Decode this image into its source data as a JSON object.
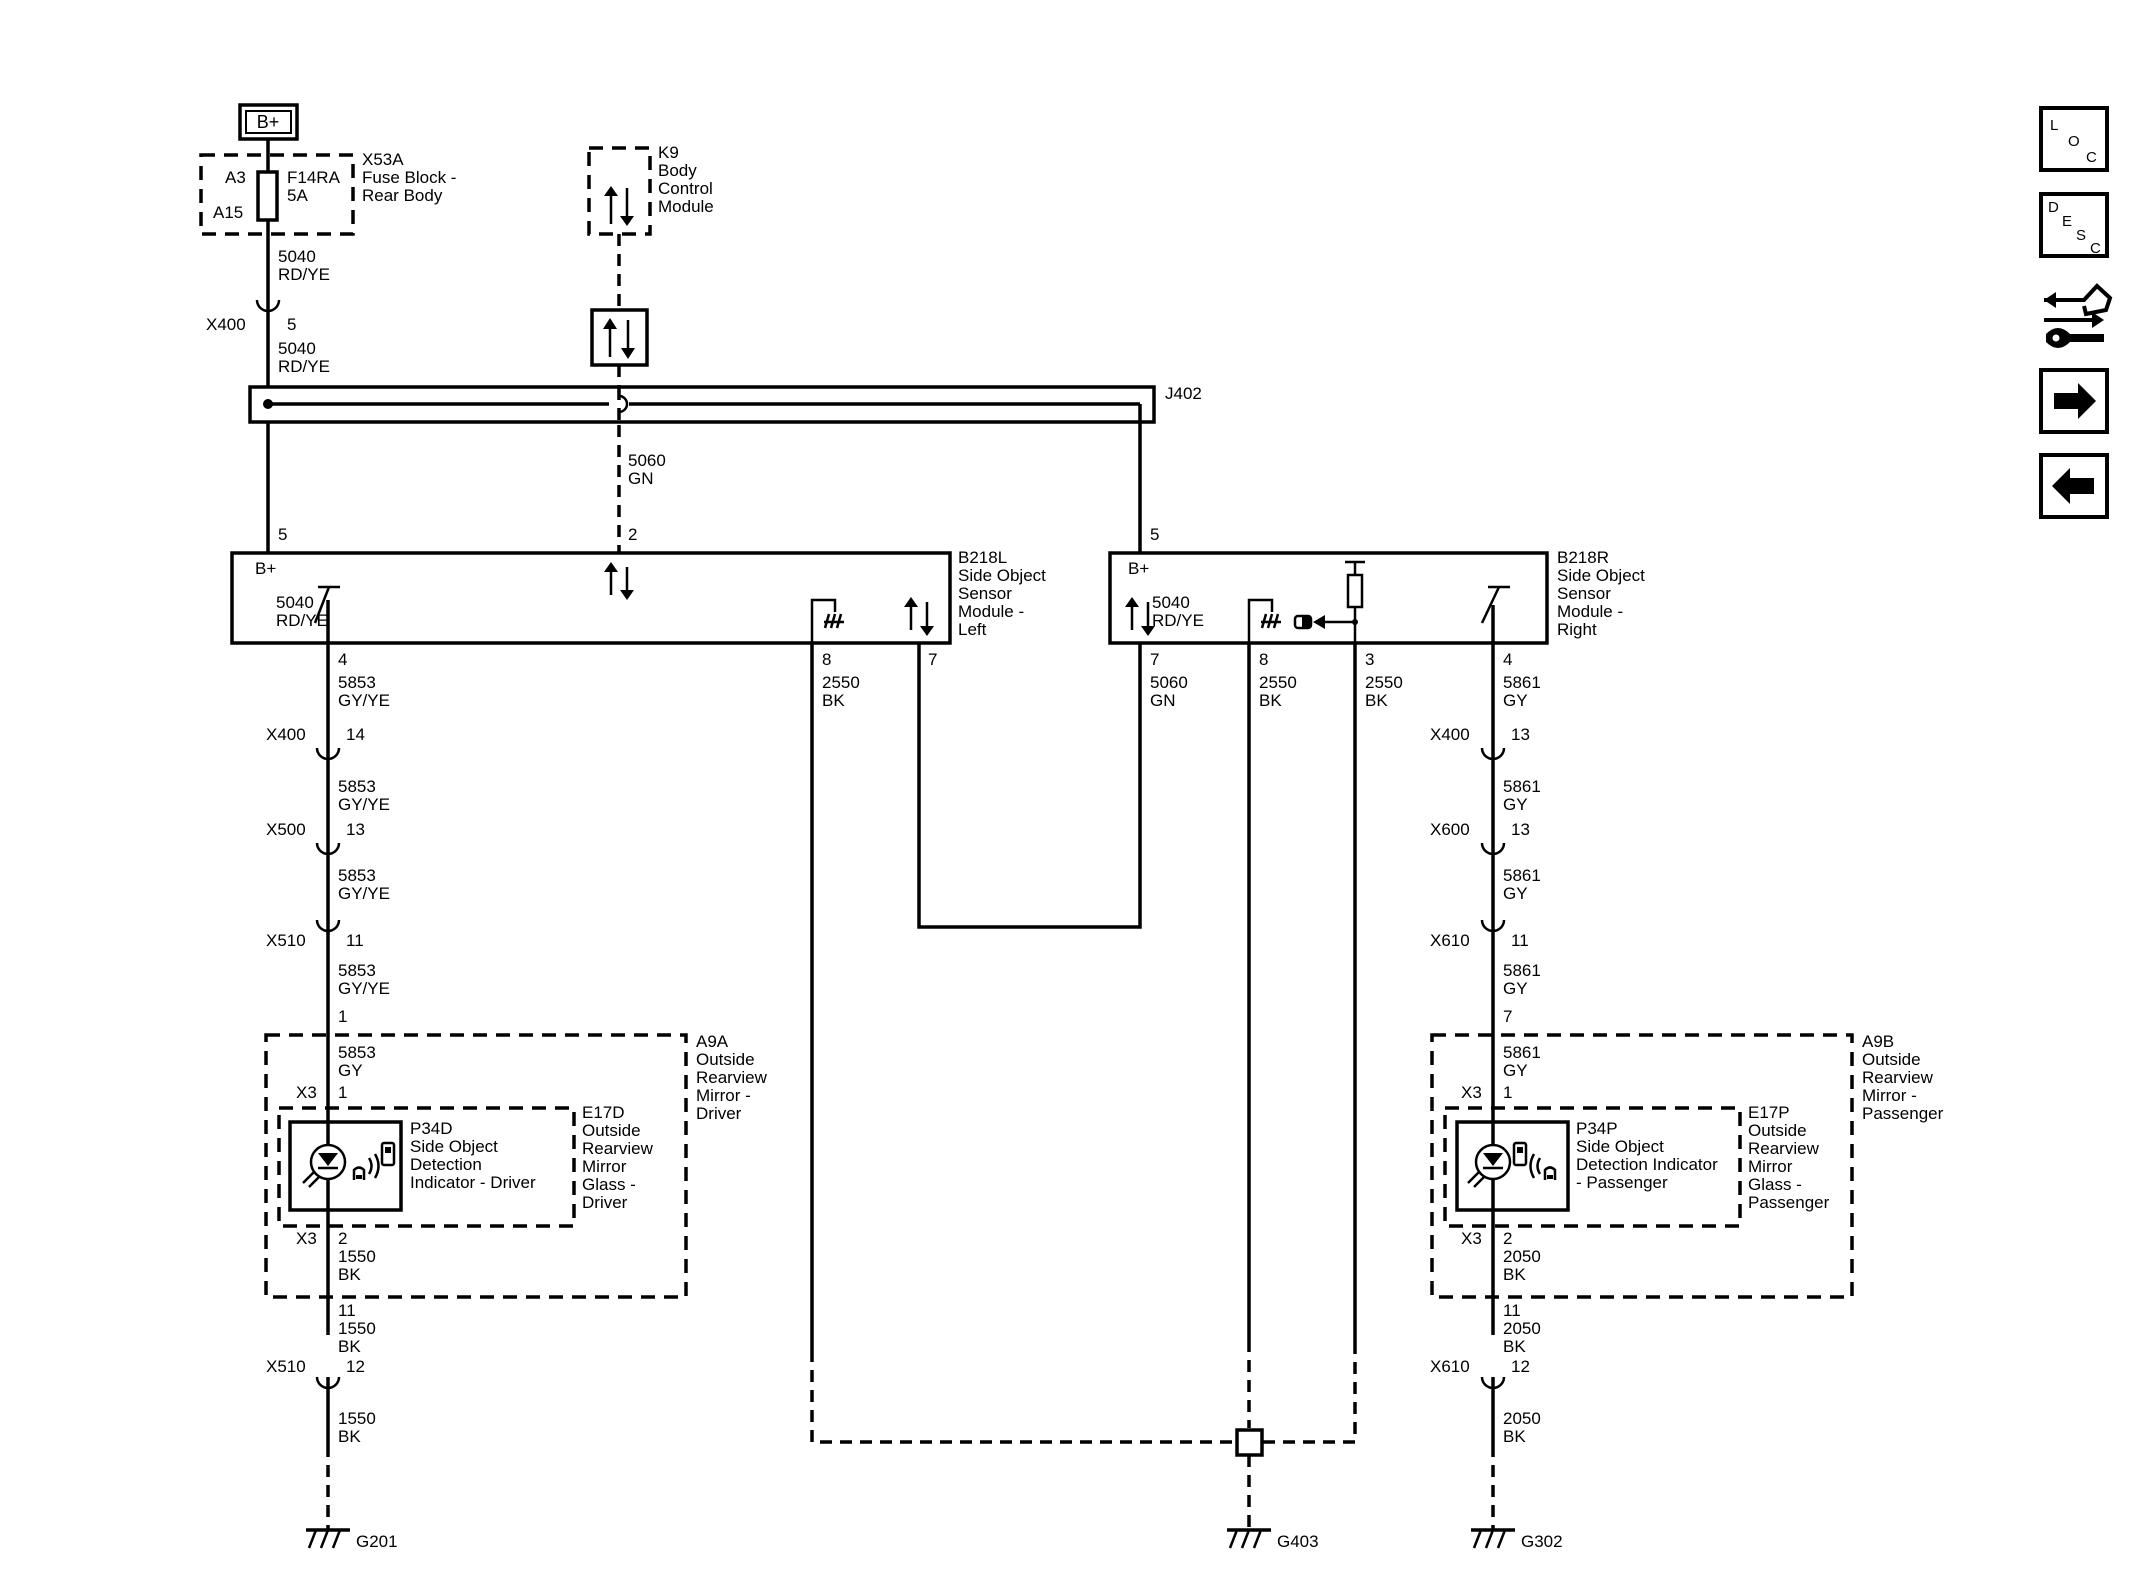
{
  "power": {
    "bplus": "B+"
  },
  "fuse_block": {
    "id": "X53A",
    "name_l1": "Fuse Block -",
    "name_l2": "Rear Body",
    "pin_in": "A3",
    "pin_out": "A15",
    "fuse_id": "F14RA",
    "fuse_rating": "5A"
  },
  "bcm": {
    "id": "K9",
    "name_l1": "Body",
    "name_l2": "Control",
    "name_l3": "Module"
  },
  "splice": {
    "id": "J402"
  },
  "wires": {
    "w5040": {
      "circuit": "5040",
      "color": "RD/YE"
    },
    "w5060": {
      "circuit": "5060",
      "color": "GN"
    },
    "w5853": {
      "circuit": "5853",
      "color": "GY/YE"
    },
    "w5853gy": {
      "circuit": "5853",
      "color": "GY"
    },
    "w5861": {
      "circuit": "5861",
      "color": "GY"
    },
    "w2550": {
      "circuit": "2550",
      "color": "BK"
    },
    "w1550": {
      "circuit": "1550",
      "color": "BK"
    },
    "w2050": {
      "circuit": "2050",
      "color": "BK"
    }
  },
  "connectors": {
    "x400": "X400",
    "x500": "X500",
    "x510": "X510",
    "x600": "X600",
    "x610": "X610",
    "x3": "X3"
  },
  "pins": {
    "p1": "1",
    "p2": "2",
    "p3": "3",
    "p4": "4",
    "p5": "5",
    "p7": "7",
    "p8": "8",
    "p11": "11",
    "p12": "12",
    "p13": "13",
    "p14": "14"
  },
  "module_left": {
    "id": "B218L",
    "name_l1": "Side Object",
    "name_l2": "Sensor",
    "name_l3": "Module -",
    "name_l4": "Left",
    "bplus": "B+",
    "int_circuit": "5040",
    "int_color": "RD/YE"
  },
  "module_right": {
    "id": "B218R",
    "name_l1": "Side Object",
    "name_l2": "Sensor",
    "name_l3": "Module -",
    "name_l4": "Right",
    "bplus": "B+",
    "int_circuit": "5040",
    "int_color": "RD/YE"
  },
  "mirror_left": {
    "id": "A9A",
    "name_l1": "Outside",
    "name_l2": "Rearview",
    "name_l3": "Mirror -",
    "name_l4": "Driver"
  },
  "mirror_right": {
    "id": "A9B",
    "name_l1": "Outside",
    "name_l2": "Rearview",
    "name_l3": "Mirror -",
    "name_l4": "Passenger"
  },
  "glass_left": {
    "id": "E17D",
    "name_l1": "Outside",
    "name_l2": "Rearview",
    "name_l3": "Mirror",
    "name_l4": "Glass -",
    "name_l5": "Driver"
  },
  "glass_right": {
    "id": "E17P",
    "name_l1": "Outside",
    "name_l2": "Rearview",
    "name_l3": "Mirror",
    "name_l4": "Glass -",
    "name_l5": "Passenger"
  },
  "indicator_left": {
    "id": "P34D",
    "name_l1": "Side Object",
    "name_l2": "Detection",
    "name_l3": "Indicator - Driver"
  },
  "indicator_right": {
    "id": "P34P",
    "name_l1": "Side Object",
    "name_l2": "Detection Indicator",
    "name_l3": "- Passenger"
  },
  "grounds": {
    "g201": "G201",
    "g403": "G403",
    "g302": "G302"
  },
  "nav": {
    "loc": [
      "L",
      "O",
      "C"
    ],
    "desc": [
      "D",
      "E",
      "S",
      "C"
    ]
  }
}
